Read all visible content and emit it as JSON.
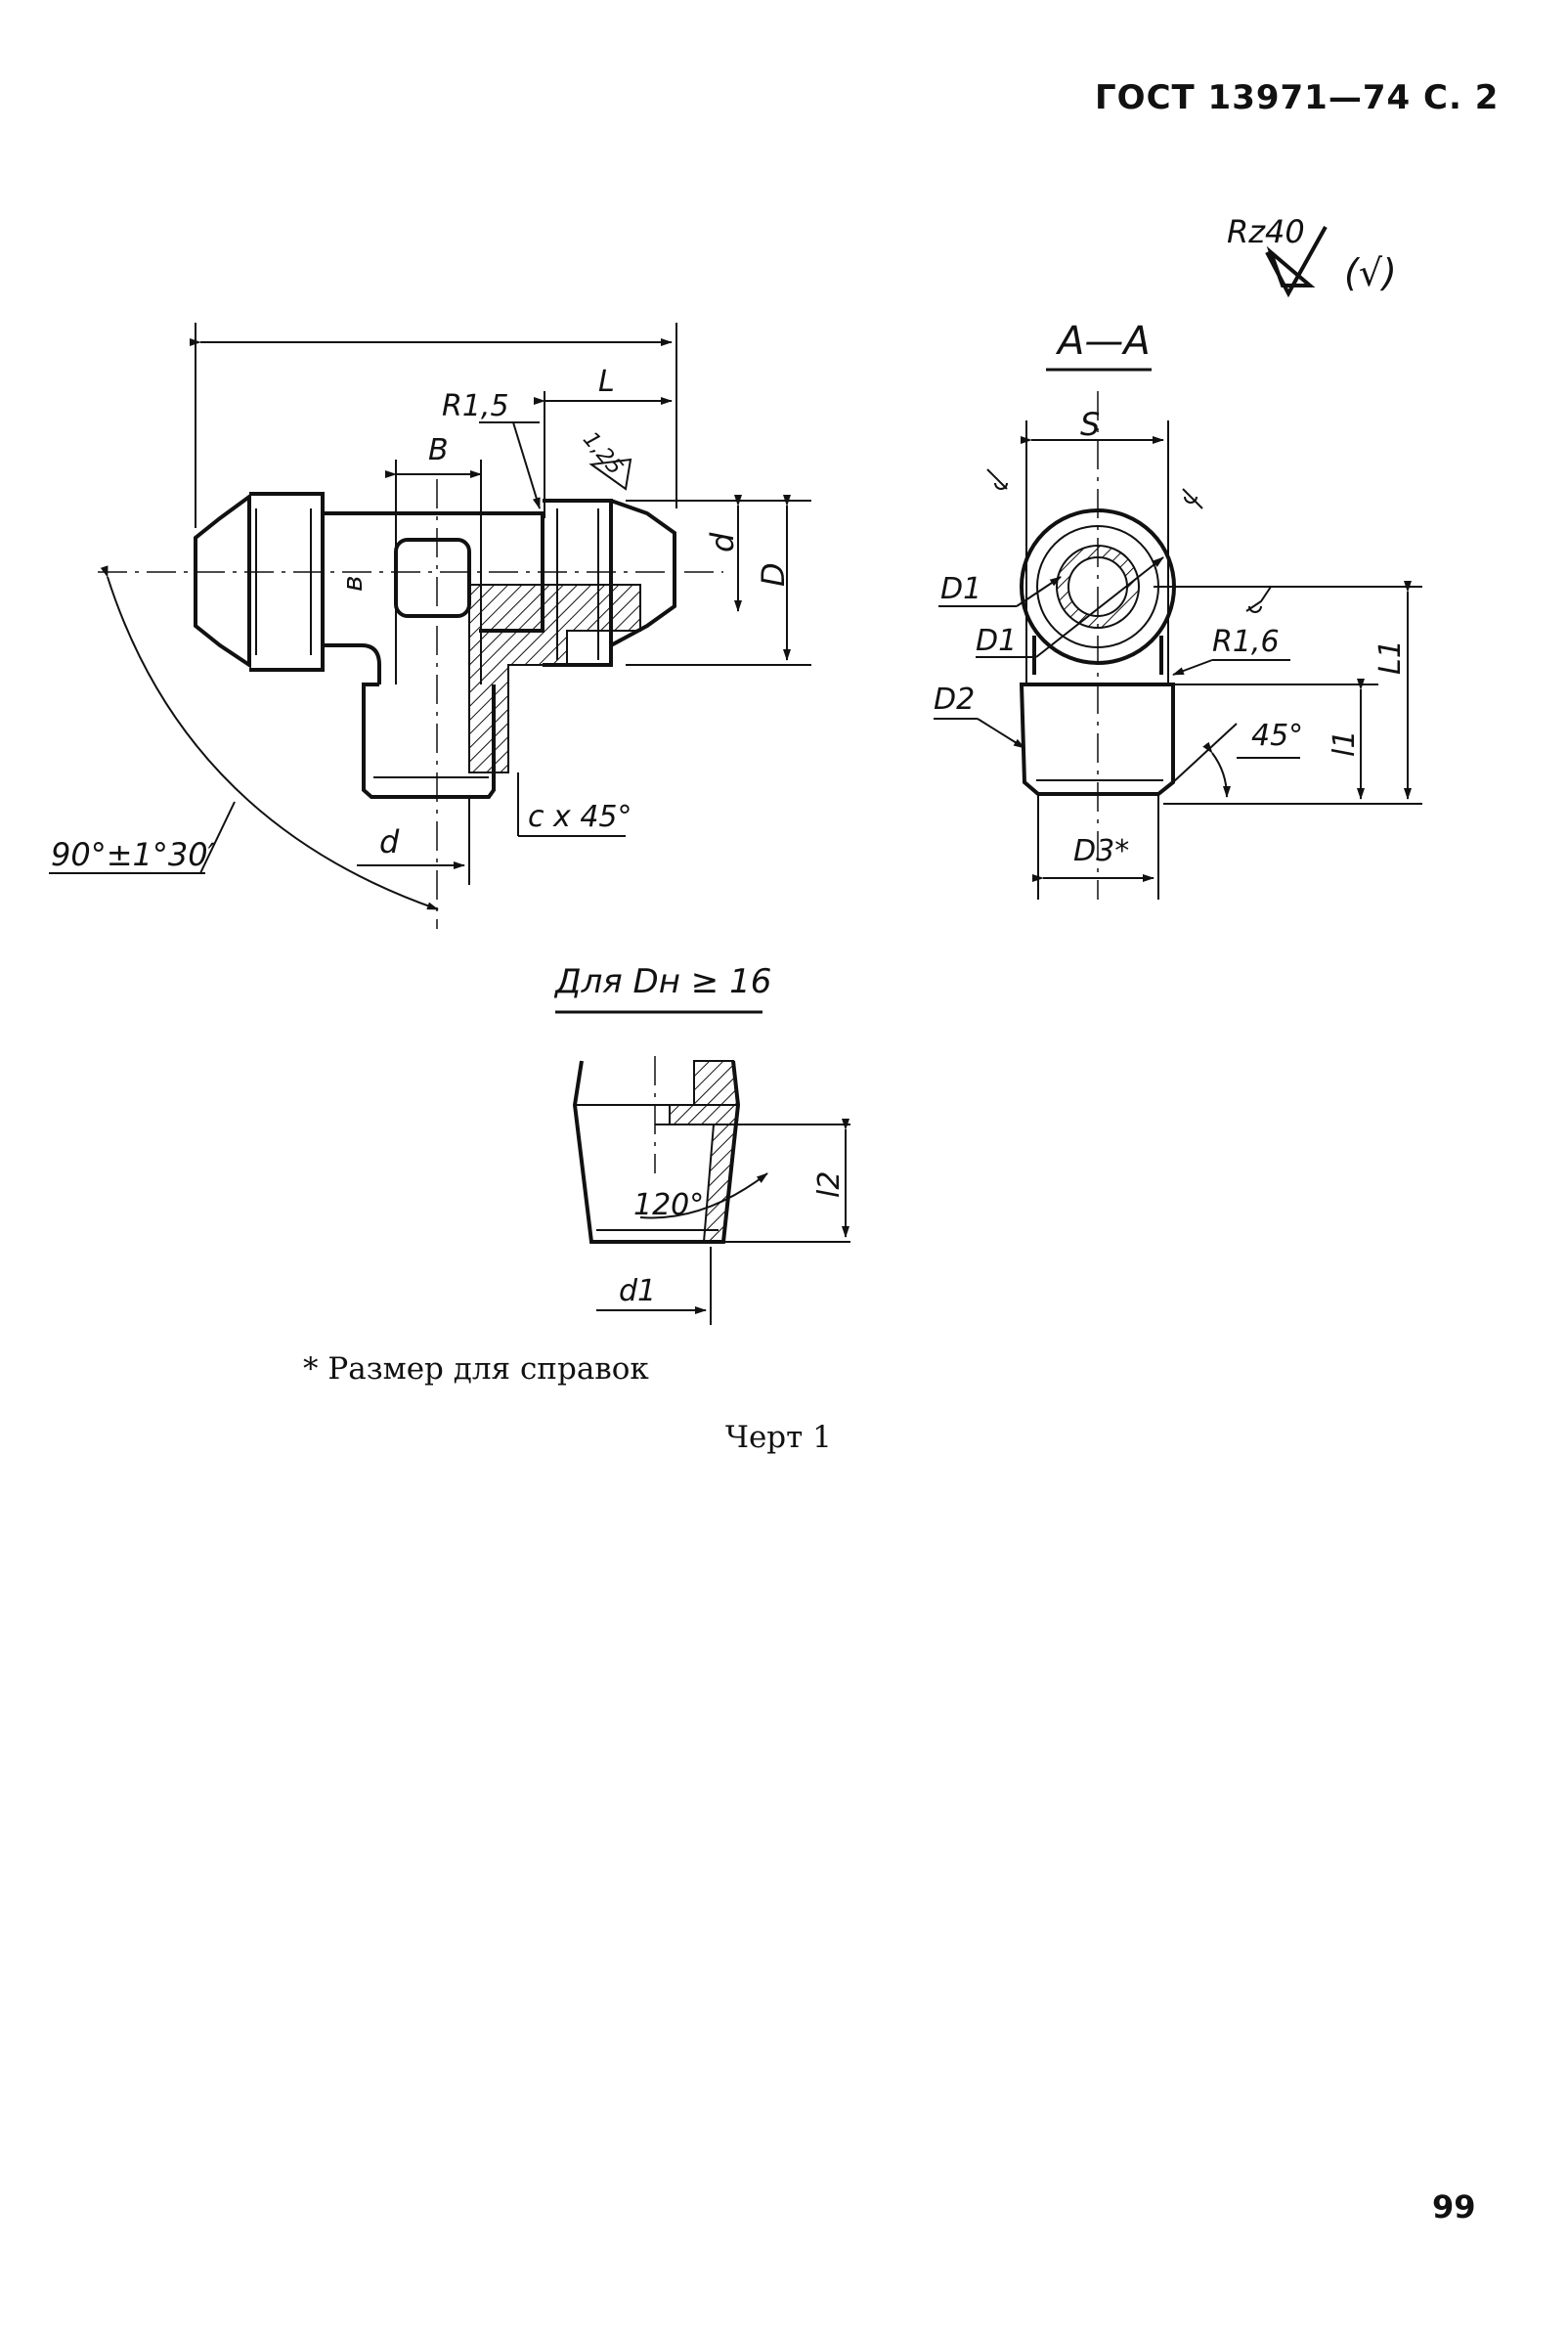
{
  "header": "ГОСТ 13971—74 С. 2",
  "roughness": {
    "value": "Rz40",
    "paren_mark": "(√)"
  },
  "section_label": "А—А",
  "main_view": {
    "R_label": "R1,5",
    "L_label": "L",
    "B_label": "B",
    "roughness_125": "1,25",
    "b_label": "в",
    "d_label": "d",
    "D_label": "D",
    "chamfer_label": "c x 45°",
    "angle_label": "90°±1°30′",
    "d_bottom_label": "d"
  },
  "section_view": {
    "S_label": "S",
    "D1a_label": "D1",
    "D1b_label": "D1",
    "R_label": "R1,6",
    "D2_label": "D2",
    "angle_label": "45°",
    "l1_label": "l1",
    "L1_label": "L1",
    "D3_label": "D3*"
  },
  "detail": {
    "title": "Для  Dн ≥ 16",
    "angle_label": "120°",
    "l2_label": "l2",
    "d1_label": "d1"
  },
  "footnote": "* Размер для справок",
  "figure_caption": "Черт  1",
  "page_number": "99"
}
